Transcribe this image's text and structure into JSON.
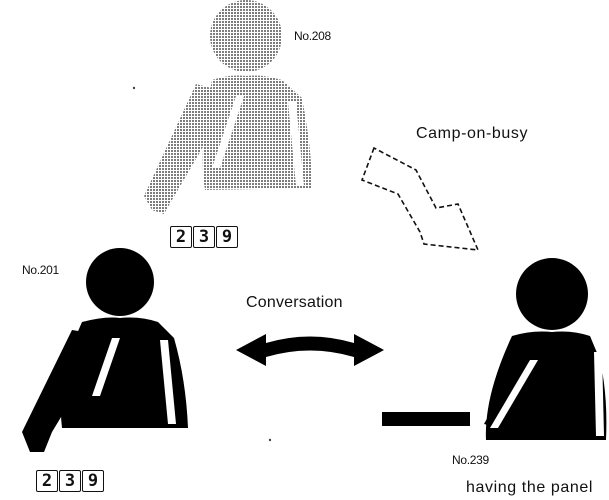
{
  "labels": {
    "top_person": "No.208",
    "left_person": "No.201",
    "right_person": "No.239",
    "camp_on": "Camp-on-busy",
    "conversation": "Conversation",
    "panel_note": "having the panel"
  },
  "dial_top": [
    "2",
    "3",
    "9"
  ],
  "dial_bottom": [
    "2",
    "3",
    "9"
  ],
  "colors": {
    "figure_dark": "#000000",
    "figure_dotted": "#8a8a8a",
    "outline": "#111111",
    "background": "#ffffff"
  },
  "icons": {
    "person_calling": "person-pointing-icon",
    "person_waiting": "person-dotted-icon",
    "person_listening": "person-seated-icon",
    "camp_on_arrow": "dashed-arrow-icon",
    "conversation_arrow": "double-arrow-icon"
  }
}
